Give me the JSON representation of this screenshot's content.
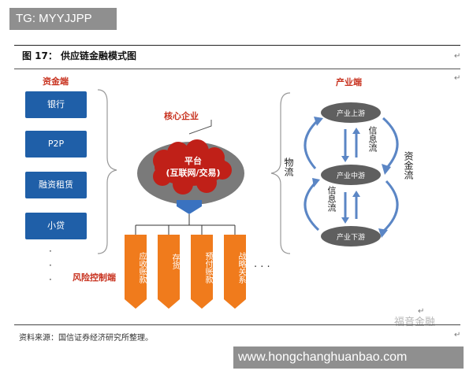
{
  "tag": "TG: MYYJJPP",
  "figure_title": "图 17： 供应链金融模式图",
  "return_mark": "↵",
  "funds_side": {
    "label": "资金端",
    "items": [
      "银行",
      "P2P",
      "融资租赁",
      "小贷"
    ],
    "ellipsis": [
      "·",
      "·",
      "·"
    ]
  },
  "core": {
    "label": "核心企业",
    "platform_line1": "平台",
    "platform_line2": "(互联网/交易)"
  },
  "risk": {
    "label": "风险控制端",
    "items": [
      "应收账款",
      "存货",
      "预付账款",
      "战略关系"
    ],
    "more": "· · ·"
  },
  "industry": {
    "label": "产业端",
    "upstream": "产业上游",
    "middle": "产业中游",
    "downstream": "产业下游",
    "logistics": "物流",
    "info_flow": "信息流",
    "capital_flow": "资金流"
  },
  "colors": {
    "blue_box": "#1f5fa8",
    "orange": "#f07b1c",
    "red_label": "#c8321f",
    "pill": "#606060",
    "arrow_blue": "#5b86c5"
  },
  "source": "资料来源：国信证券经济研究所整理。",
  "watermark": "福音金融",
  "url": "www.hongchanghuanbao.com"
}
